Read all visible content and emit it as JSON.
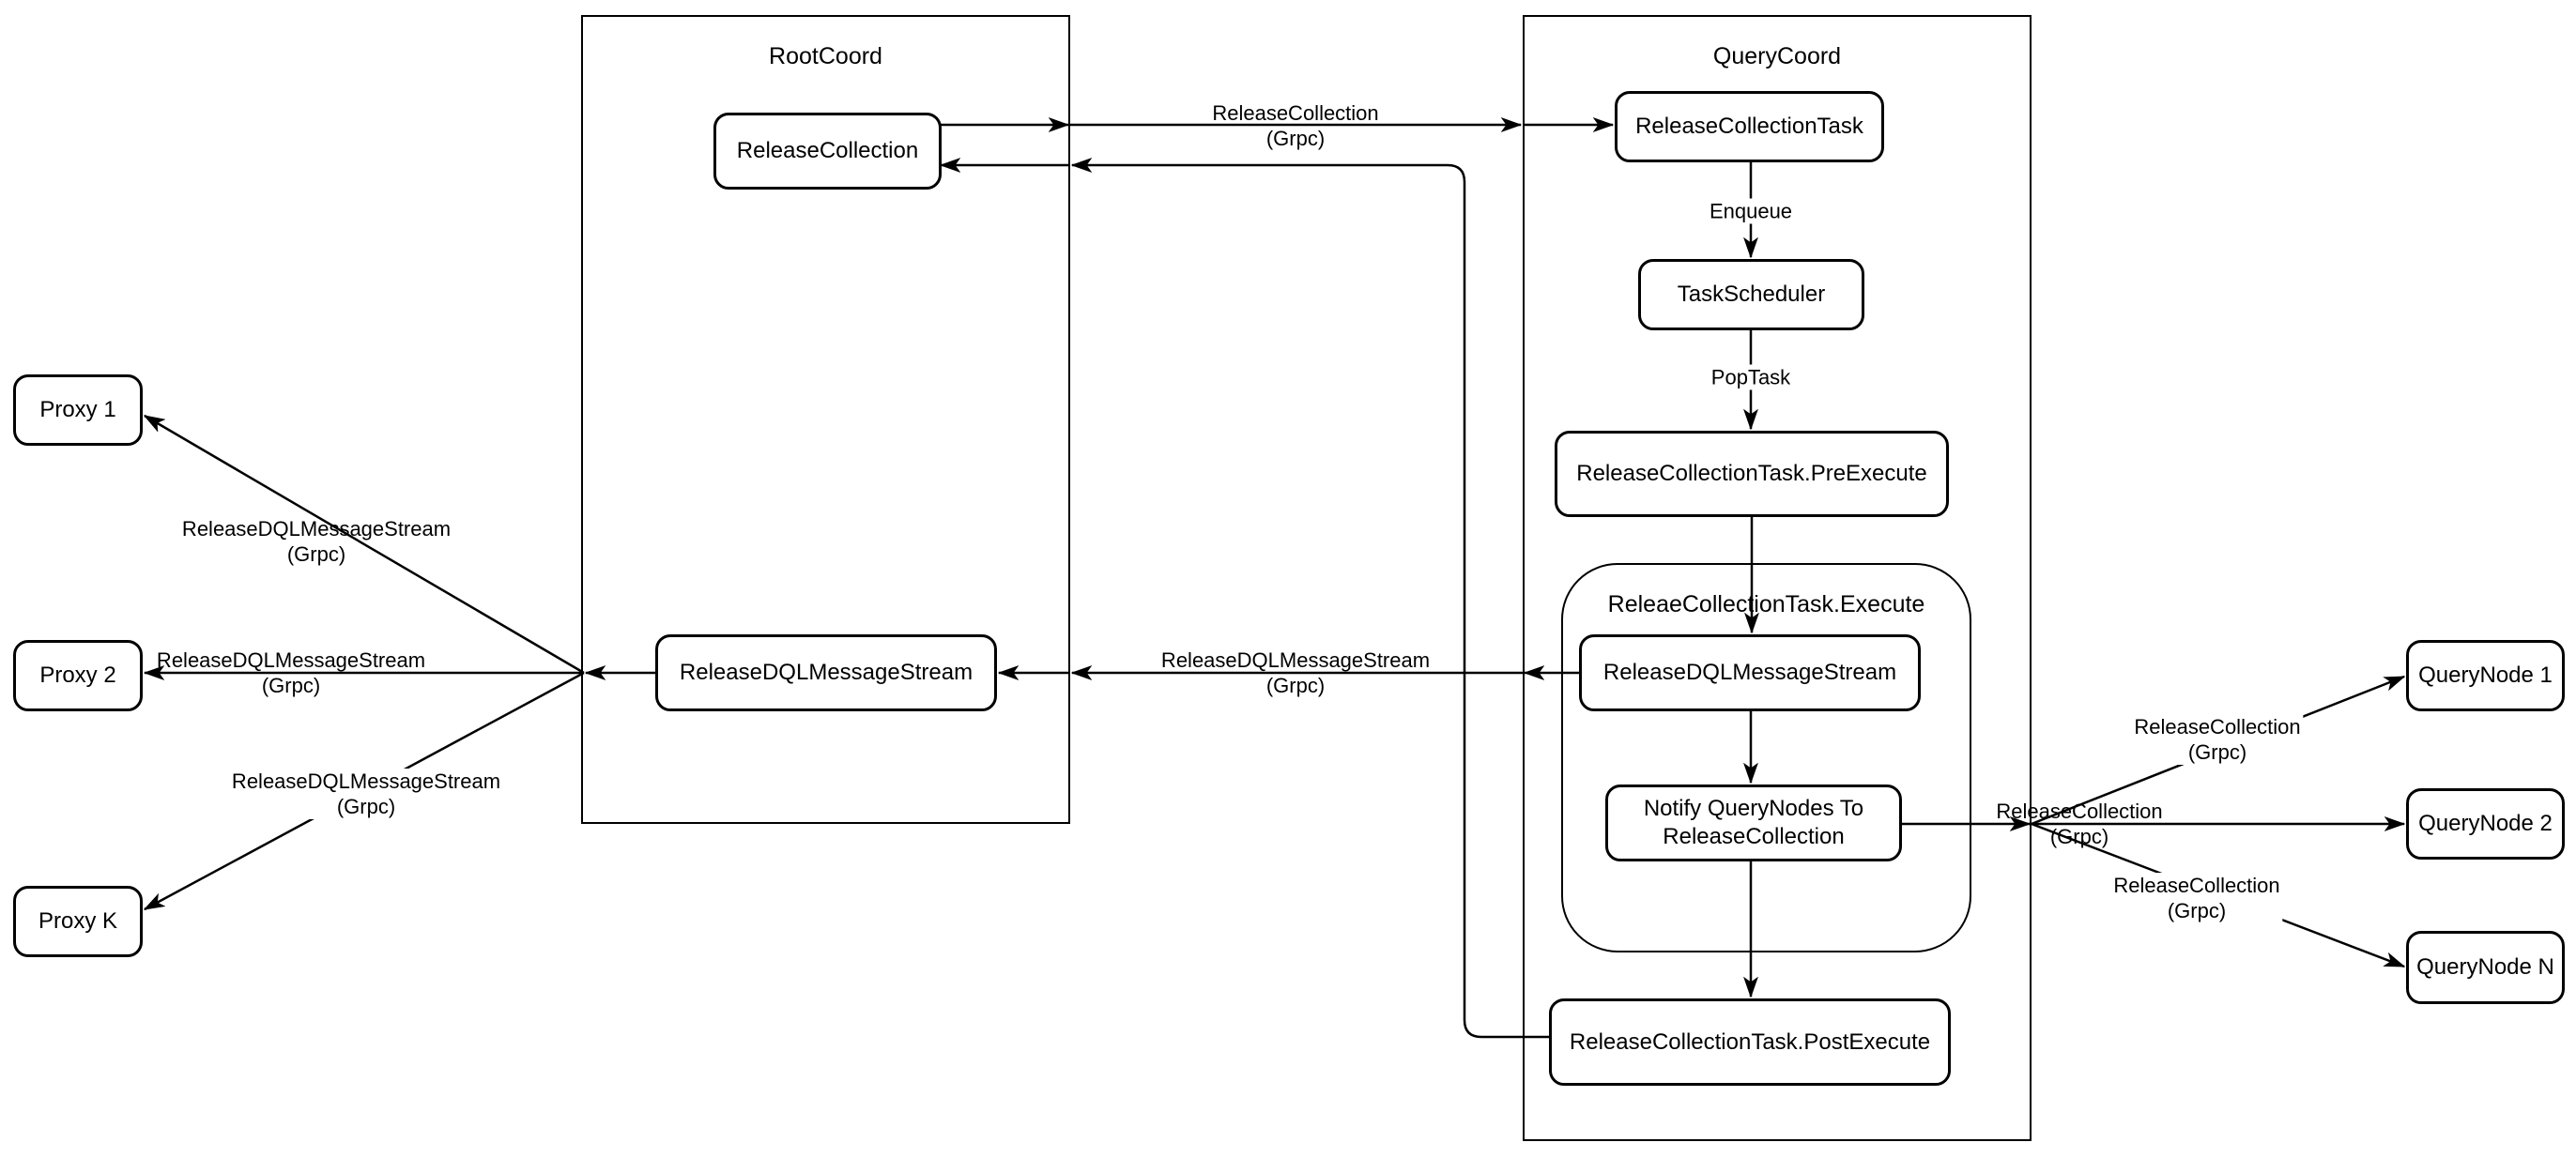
{
  "diagram": {
    "background": "#ffffff",
    "stroke_color": "#000000",
    "node_fill": "#ffffff",
    "containers": {
      "root_coord": {
        "title": "RootCoord"
      },
      "query_coord": {
        "title": "QueryCoord"
      },
      "execute_group": {
        "title": "ReleaeCollectionTask.Execute"
      }
    },
    "nodes": {
      "release_collection": {
        "label": "ReleaseCollection"
      },
      "root_dql_stream": {
        "label": "ReleaseDQLMessageStream"
      },
      "release_collection_task": {
        "label": "ReleaseCollectionTask"
      },
      "task_scheduler": {
        "label": "TaskScheduler"
      },
      "pre_execute": {
        "label": "ReleaseCollectionTask.PreExecute"
      },
      "exec_dql_stream": {
        "label": "ReleaseDQLMessageStream"
      },
      "notify_querynodes": {
        "line1": "Notify QueryNodes To",
        "line2": "ReleaseCollection"
      },
      "post_execute": {
        "label": "ReleaseCollectionTask.PostExecute"
      },
      "proxy_1": {
        "label": "Proxy 1"
      },
      "proxy_2": {
        "label": "Proxy 2"
      },
      "proxy_k": {
        "label": "Proxy K"
      },
      "query_node_1": {
        "label": "QueryNode 1"
      },
      "query_node_2": {
        "label": "QueryNode 2"
      },
      "query_node_n": {
        "label": "QueryNode N"
      }
    },
    "edge_labels": {
      "enqueue": "Enqueue",
      "pop_task": "PopTask",
      "rc_to_qc": {
        "line1": "ReleaseCollection",
        "line2": "(Grpc)"
      },
      "dql_center": {
        "line1": "ReleaseDQLMessageStream",
        "line2": "(Grpc)"
      },
      "to_proxy_1": {
        "line1": "ReleaseDQLMessageStream",
        "line2": "(Grpc)"
      },
      "to_proxy_2": {
        "line1": "ReleaseDQLMessageStream",
        "line2": "(Grpc)"
      },
      "to_proxy_k": {
        "line1": "ReleaseDQLMessageStream",
        "line2": "(Grpc)"
      },
      "to_query_node_1": {
        "line1": "ReleaseCollection",
        "line2": "(Grpc)"
      },
      "to_query_node_2": {
        "line1": "ReleaseCollection",
        "line2": "(Grpc)"
      },
      "to_query_node_n": {
        "line1": "ReleaseCollection",
        "line2": "(Grpc)"
      }
    }
  }
}
